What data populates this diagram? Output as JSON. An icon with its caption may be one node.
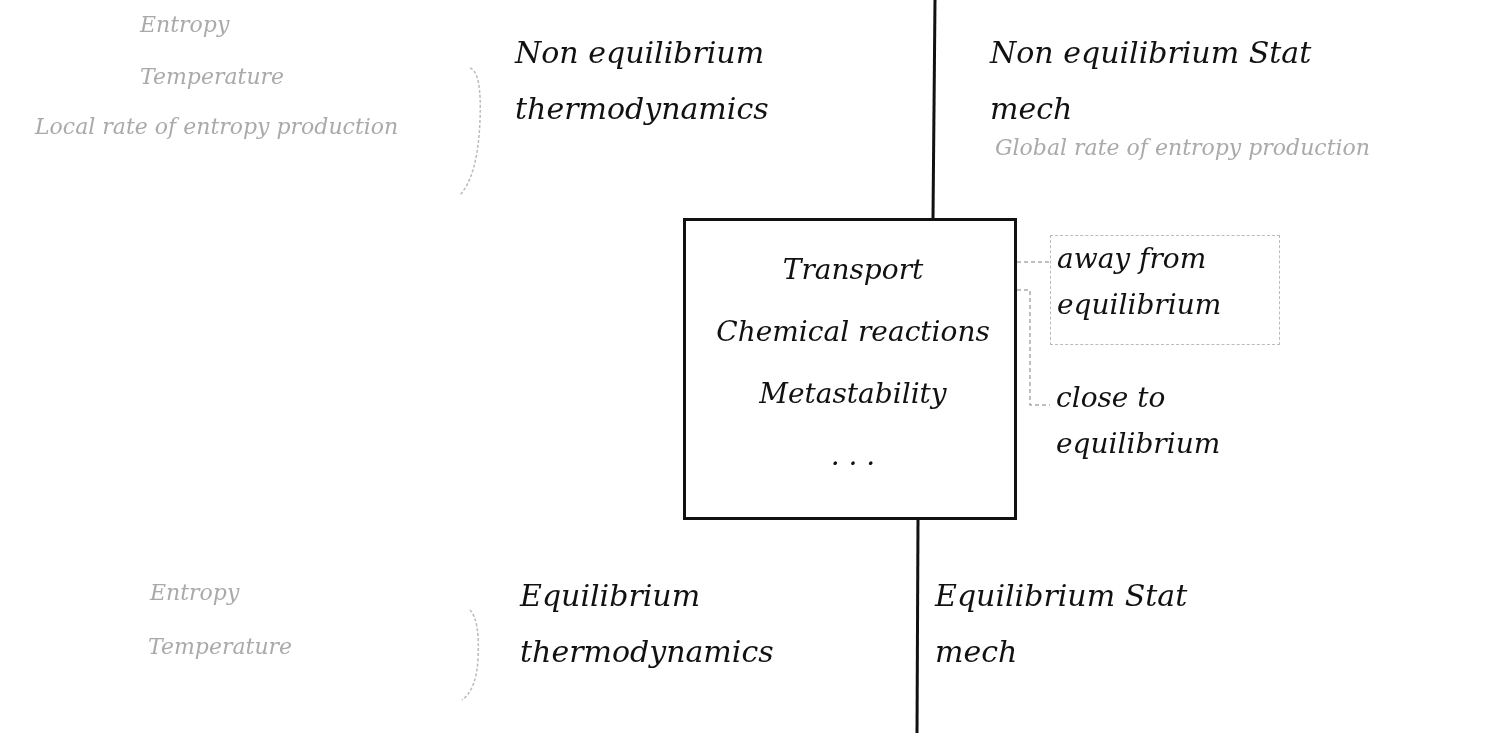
{
  "diagram": {
    "nodes": [
      {
        "text": [
          "Transport",
          "Chemical reactions",
          "Metastability",
          ". . ."
        ]
      },
      {
        "text": [
          "away from equilibrium"
        ]
      },
      {
        "text": [
          "close to equilibrium"
        ]
      }
    ],
    "edges": [
      {
        "from": 0,
        "to": 1,
        "arrow": "none",
        "style": "dashed",
        "color": "#aaaaaa"
      },
      {
        "from": 0,
        "to": 2,
        "arrow": "none",
        "style": "dashed",
        "color": "#aaaaaa"
      }
    ],
    "labels": [
      "Entropy",
      "Temperature",
      "Local rate of entropy production",
      "Non equilibrium thermodynamics",
      "Non equilibrium Stat mech",
      "Global rate of entropy production",
      "Entropy",
      "Temperature",
      "Equilibrium thermodynamics",
      "Equilibrium Stat mech"
    ]
  }
}
